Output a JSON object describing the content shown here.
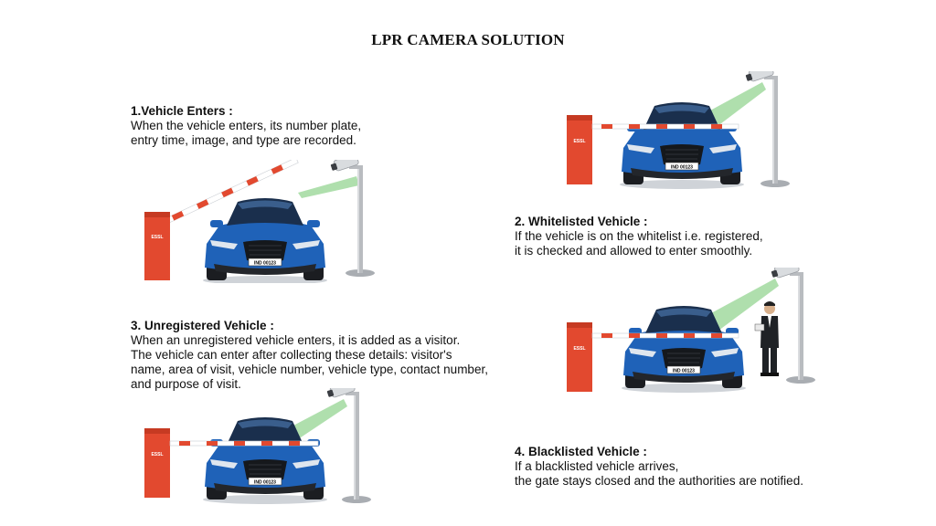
{
  "title": "LPR CAMERA SOLUTION",
  "plate_text": "IND 00123",
  "barrier_logo": "ESSL",
  "colors": {
    "barrier": "#e2492f",
    "car_body": "#1f62b8",
    "beam": "#6ec46a",
    "pole": "#b9bcc0"
  },
  "steps": [
    {
      "heading": "1.Vehicle Enters :",
      "lines": [
        "When the vehicle enters, its number plate,",
        "entry time, image, and type are recorded."
      ]
    },
    {
      "heading": "2. Whitelisted Vehicle :",
      "lines": [
        "If the vehicle is on the whitelist i.e. registered,",
        "it is checked and allowed to enter smoothly."
      ]
    },
    {
      "heading": "3. Unregistered Vehicle :",
      "lines": [
        "When an unregistered vehicle enters, it is added as a visitor.",
        "The vehicle can enter after collecting these details: visitor's",
        "name, area of visit, vehicle number, vehicle type, contact number,",
        "and purpose of visit."
      ]
    },
    {
      "heading": "4. Blacklisted Vehicle :",
      "lines": [
        "If a blacklisted vehicle arrives,",
        "the gate stays closed and the authorities are notified."
      ]
    }
  ]
}
